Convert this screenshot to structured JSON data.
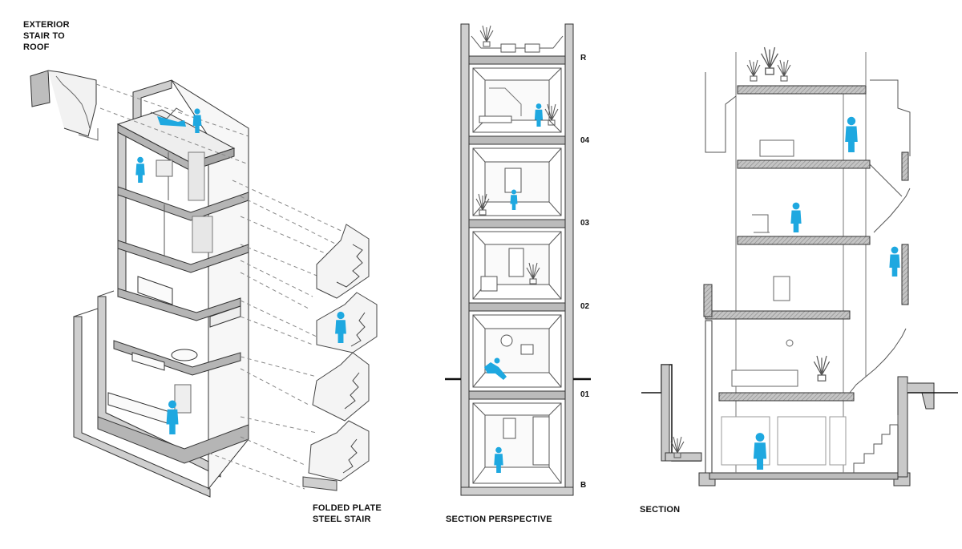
{
  "labels": {
    "exterior_stair_line1": "EXTERIOR",
    "exterior_stair_line2": "STAIR TO",
    "exterior_stair_line3": "ROOF",
    "folded_stair_line1": "FOLDED PLATE",
    "folded_stair_line2": "STEEL STAIR",
    "section_perspective": "SECTION PERSPECTIVE",
    "section": "SECTION"
  },
  "levels": [
    "R",
    "04",
    "03",
    "02",
    "01",
    "B"
  ],
  "colors": {
    "figure": "#1ea8e0",
    "line": "#333333",
    "wall_fill": "#c9c9c9",
    "slab_fill": "#b5b5b5",
    "hatch": "#888888"
  },
  "icons": [
    "person-figure",
    "plant",
    "bed",
    "sofa",
    "chair",
    "table",
    "lamp"
  ]
}
